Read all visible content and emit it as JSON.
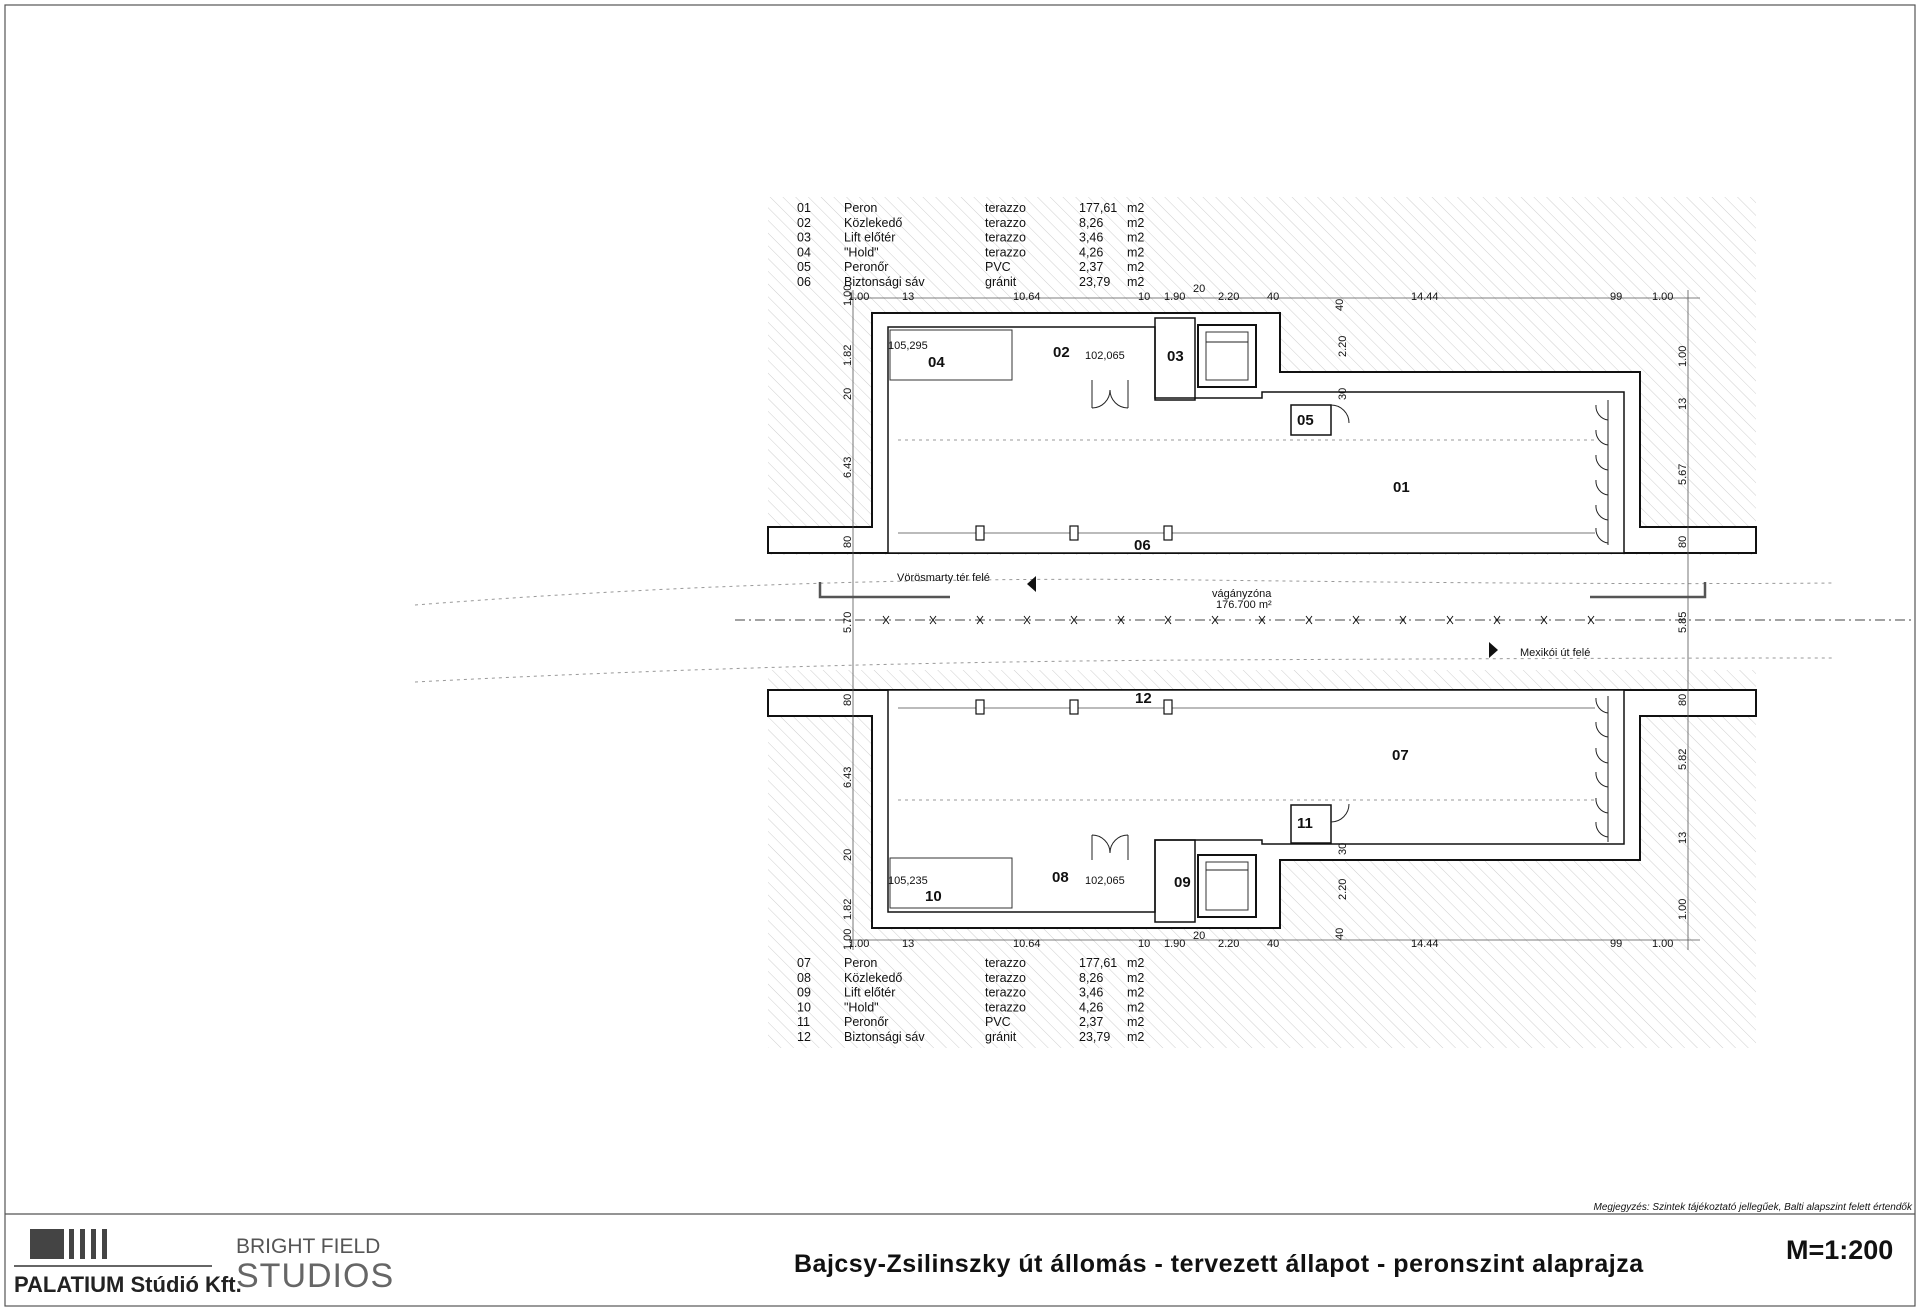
{
  "upper_schedule": [
    {
      "no": "01",
      "name": "Peron",
      "material": "terazzo",
      "area": "177,61",
      "unit": "m2"
    },
    {
      "no": "02",
      "name": "Közlekedő",
      "material": "terazzo",
      "area": "8,26",
      "unit": "m2"
    },
    {
      "no": "03",
      "name": "Lift előtér",
      "material": "terazzo",
      "area": "3,46",
      "unit": "m2"
    },
    {
      "no": "04",
      "name": "\"Hold\"",
      "material": "terazzo",
      "area": "4,26",
      "unit": "m2"
    },
    {
      "no": "05",
      "name": "Peronőr",
      "material": "PVC",
      "area": "2,37",
      "unit": "m2"
    },
    {
      "no": "06",
      "name": "Biztonsági sáv",
      "material": "gránit",
      "area": "23,79",
      "unit": "m2"
    }
  ],
  "lower_schedule": [
    {
      "no": "07",
      "name": "Peron",
      "material": "terazzo",
      "area": "177,61",
      "unit": "m2"
    },
    {
      "no": "08",
      "name": "Közlekedő",
      "material": "terazzo",
      "area": "8,26",
      "unit": "m2"
    },
    {
      "no": "09",
      "name": "Lift előtér",
      "material": "terazzo",
      "area": "3,46",
      "unit": "m2"
    },
    {
      "no": "10",
      "name": "\"Hold\"",
      "material": "terazzo",
      "area": "4,26",
      "unit": "m2"
    },
    {
      "no": "11",
      "name": "Peronőr",
      "material": "PVC",
      "area": "2,37",
      "unit": "m2"
    },
    {
      "no": "12",
      "name": "Biztonsági sáv",
      "material": "gránit",
      "area": "23,79",
      "unit": "m2"
    }
  ],
  "rooms": {
    "r01": "01",
    "r02": "02",
    "r03": "03",
    "r04": "04",
    "r05": "05",
    "r06": "06",
    "r07": "07",
    "r08": "08",
    "r09": "09",
    "r10": "10",
    "r11": "11",
    "r12": "12"
  },
  "levels": {
    "upper_hold": "105,295",
    "upper_corridor": "102,065",
    "lower_hold": "105,235",
    "lower_corridor": "102,065"
  },
  "dims_top": [
    "1.00",
    "13",
    "10.64",
    "10",
    "1.90",
    "20",
    "2.20",
    "40",
    "40",
    "14.44",
    "99",
    "1.00"
  ],
  "dims_bottom": [
    "1.00",
    "13",
    "10.64",
    "10",
    "1.90",
    "20",
    "2.20",
    "40",
    "40",
    "14.44",
    "99",
    "1.00"
  ],
  "dims_left_upper": [
    "1.00",
    "1.82",
    "20",
    "6.43",
    "80"
  ],
  "dims_left_lower": [
    "80",
    "6.43",
    "20",
    "1.82",
    "1.00"
  ],
  "dims_mid_left": "5.70",
  "dims_mid_right": "5.85",
  "dims_right_upper": [
    "1.00",
    "13",
    "5.67",
    "80"
  ],
  "dims_right_lower": [
    "80",
    "5.82",
    "13",
    "1.00"
  ],
  "dims_inner_upper": [
    "2.20",
    "30"
  ],
  "dims_inner_lower": [
    "30",
    "2.20"
  ],
  "track": {
    "west_label": "Vörösmarty tér felé",
    "east_label": "Mexikói út felé",
    "zone_label": "vágányzóna",
    "zone_area": "176.700 m²"
  },
  "footer": {
    "note": "Megjegyzés: Szintek tájékoztató jellegűek, Balti alapszint felett értendők",
    "title": "Bajcsy-Zsilinszky út állomás -  tervezett állapot -  peronszint alaprajza",
    "scale": "M=1:200",
    "logo1": "PALATIUM Stúdió Kft.",
    "logo2_top": "BRIGHT FIELD",
    "logo2_bottom": "STUDIOS"
  }
}
